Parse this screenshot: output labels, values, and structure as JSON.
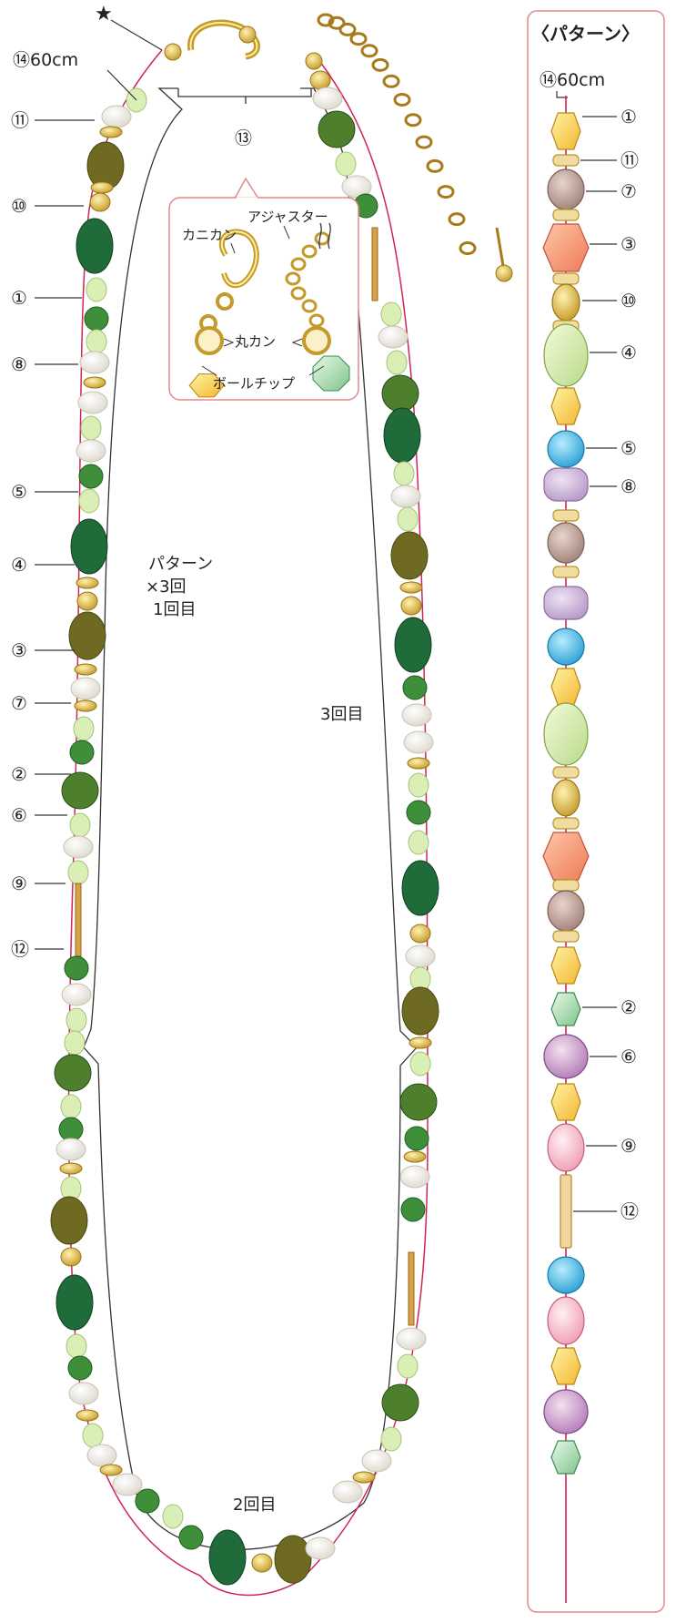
{
  "star": "★",
  "necklace": {
    "length_label": "⑭60cm",
    "left_labels": [
      "⑪",
      "⑩",
      "①",
      "⑧",
      "⑤",
      "④",
      "③",
      "⑦",
      "②",
      "⑥",
      "⑨",
      "⑫"
    ],
    "top_label": "⑬",
    "inset": {
      "kanikan": "カニカン",
      "adjuster": "アジャスター",
      "marukan": "丸カン",
      "ball_chip": "ボールチップ"
    },
    "repeat_text": [
      "パターン",
      "×3回",
      "1回目"
    ],
    "round2": "2回目",
    "round3": "3回目"
  },
  "pattern": {
    "title": "〈パターン〉",
    "length_label": "⑭60cm",
    "labels": [
      "①",
      "⑪",
      "⑦",
      "③",
      "⑩",
      "④",
      "⑤",
      "⑧",
      "②",
      "⑥",
      "⑨",
      "⑫"
    ]
  },
  "colors": {
    "frame": "#e08a8a",
    "thread": "#d0245a",
    "gold": "#e6be55",
    "olive": "#6e6a22",
    "dark_green": "#1f6b3a",
    "green": "#3f8f3a",
    "light_green": "#d9efb6",
    "pearl": "#f7f5ef"
  }
}
